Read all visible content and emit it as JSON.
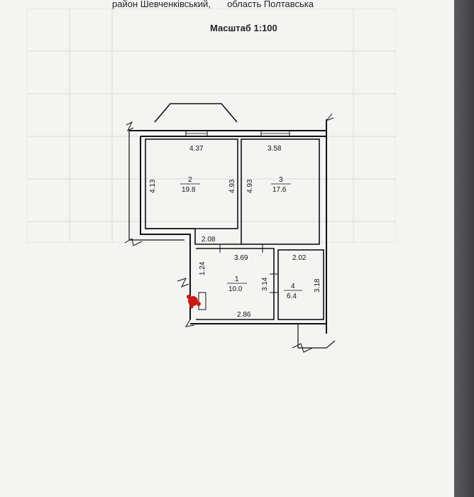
{
  "header": {
    "district": "район Шевченківський,",
    "region": "область Полтавська"
  },
  "scale_label": "Масштаб 1:100",
  "rooms": [
    {
      "number": "2",
      "area": "19.8"
    },
    {
      "number": "3",
      "area": "17.6"
    },
    {
      "number": "1",
      "area": "10.0"
    },
    {
      "number": "4",
      "area": "6.4"
    }
  ],
  "dimensions": {
    "room2_width": "4.37",
    "room3_width": "3.58",
    "room2_left": "4.13",
    "room2_right": "4.93",
    "room3_left": "4.93",
    "corridor_top_step": "2.08",
    "corridor_top": "3.69",
    "corridor_left": "1.24",
    "corridor_right": "3.14",
    "corridor_bottom": "2.86",
    "room4_width": "2.02",
    "room4_height": "3.18"
  },
  "colors": {
    "line": "#111111",
    "marker": "#cc1a10"
  }
}
